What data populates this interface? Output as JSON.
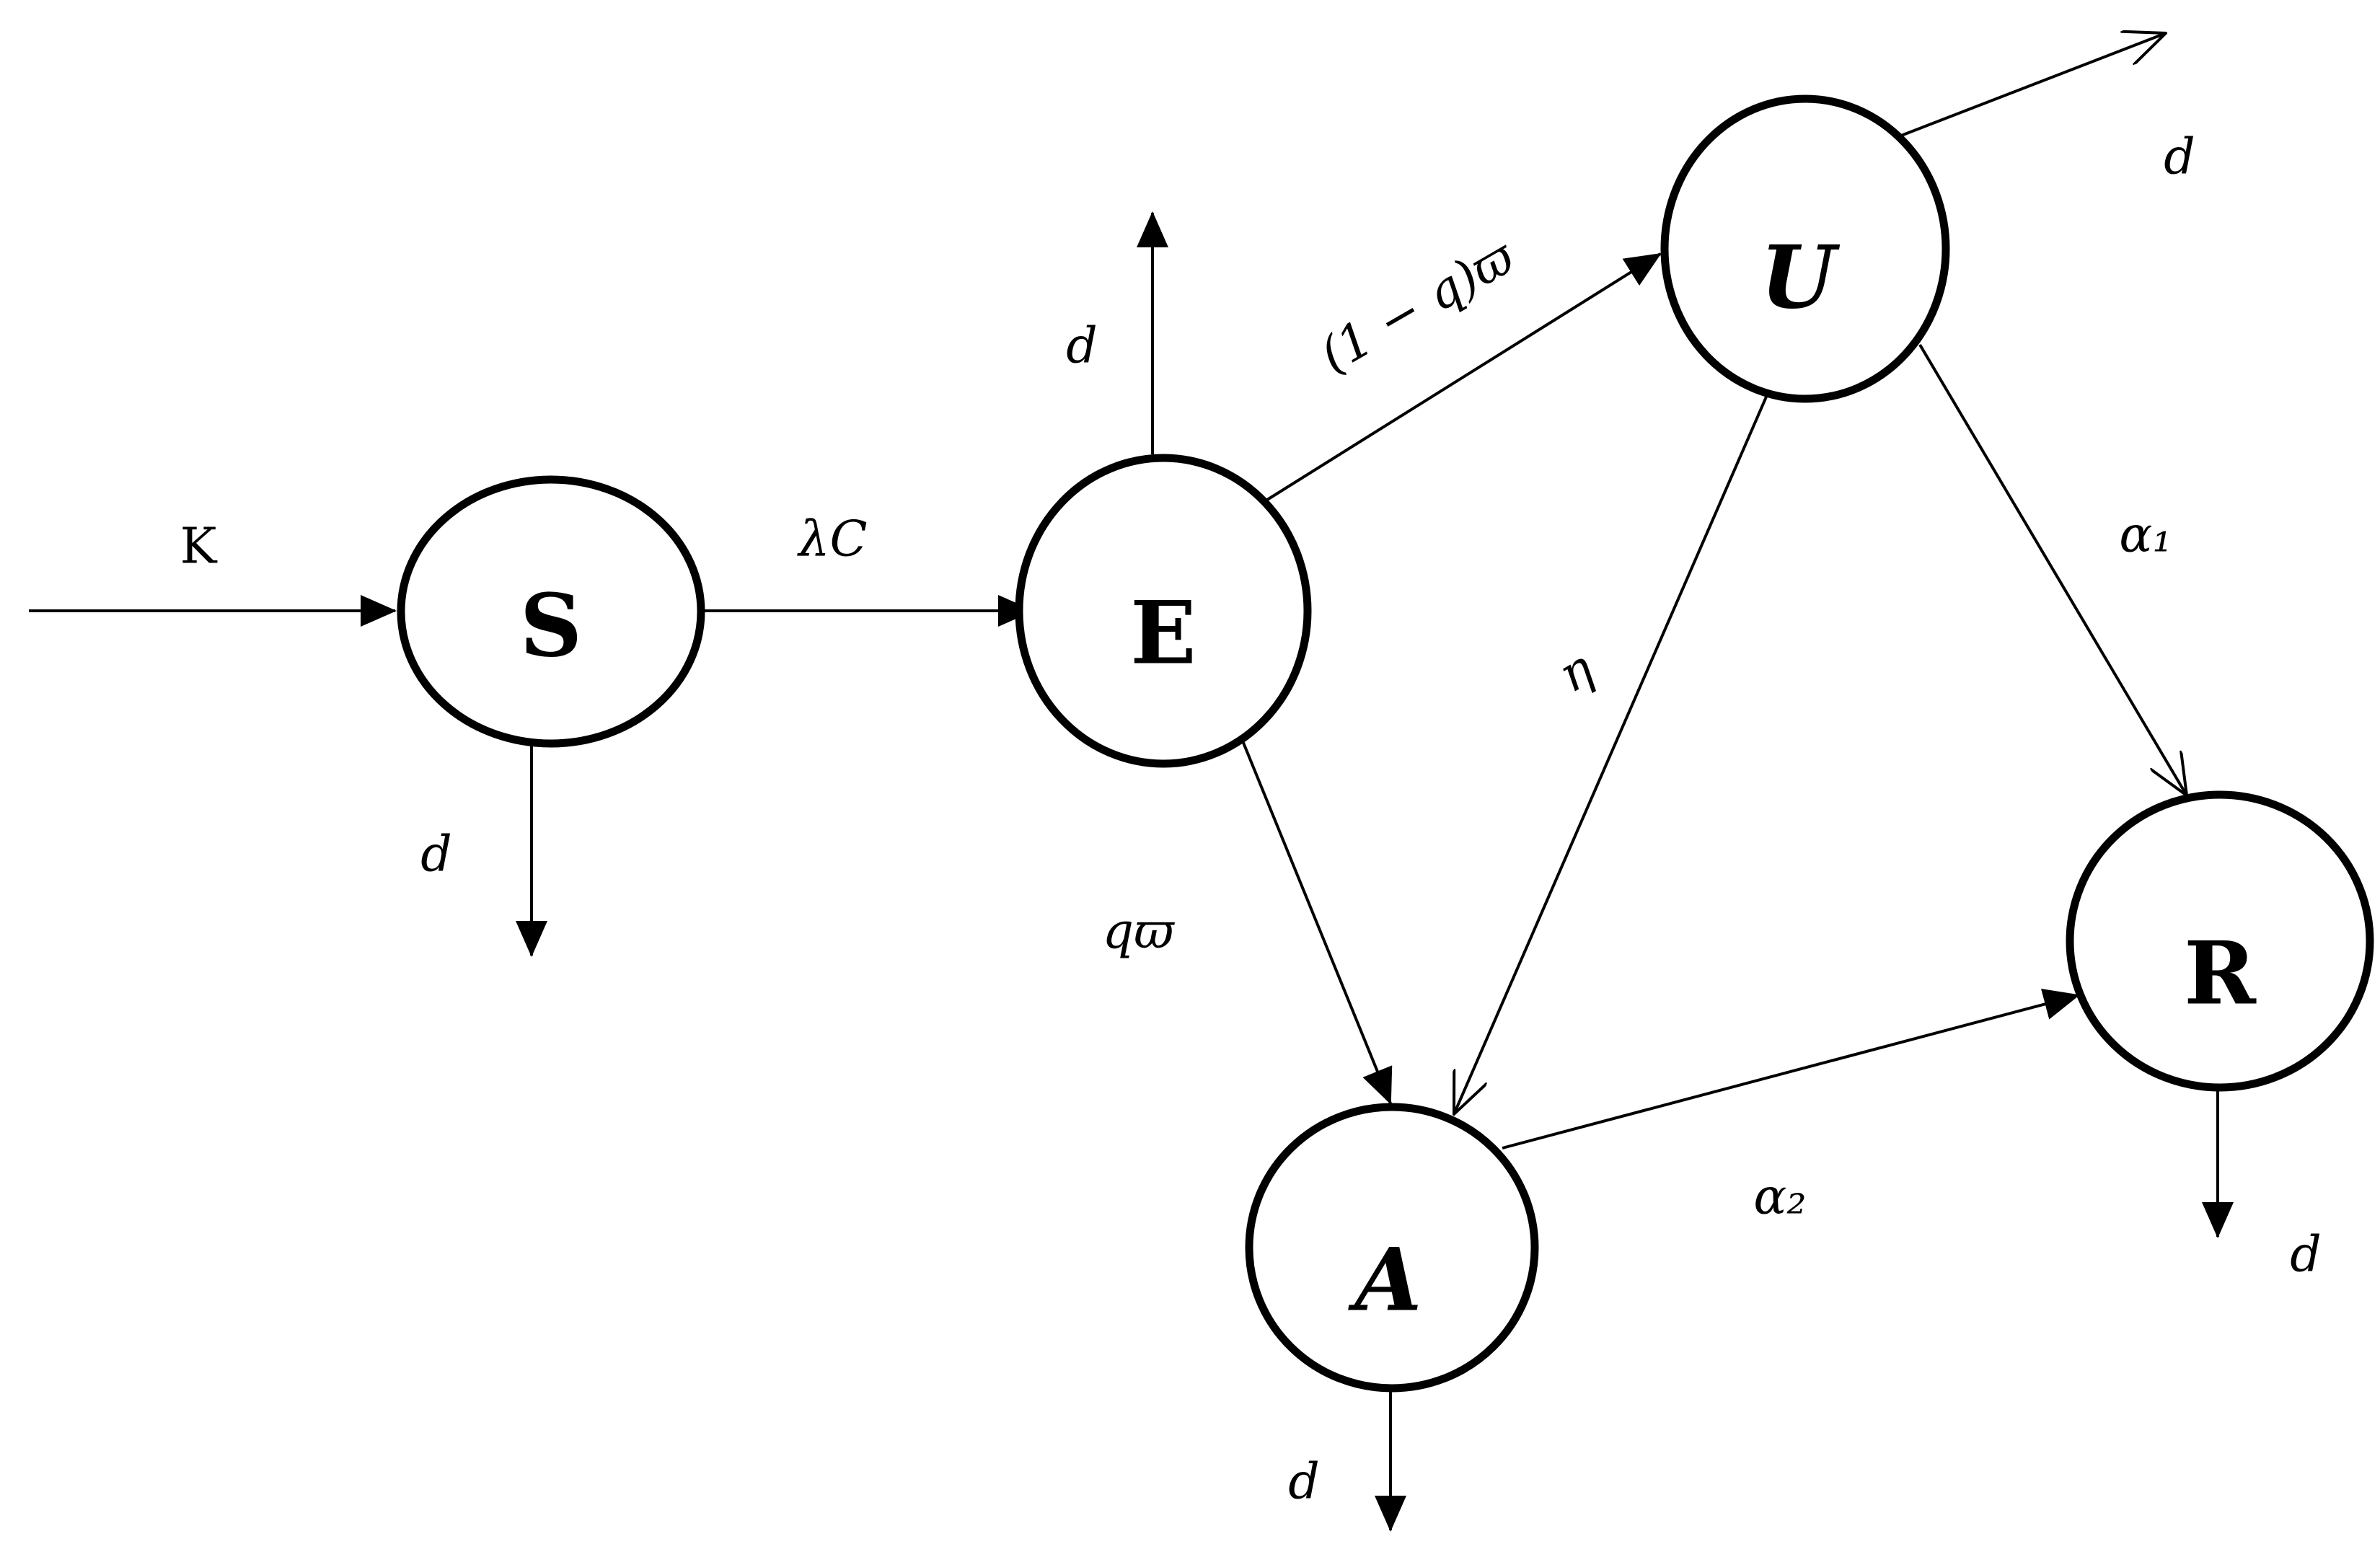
{
  "nodes": {
    "S": "S",
    "E": "E",
    "U": "U",
    "A": "A",
    "R": "R"
  },
  "rates": {
    "recruitment": "K",
    "force_of_infection": "λC",
    "symptomatic": "(1 − q)ϖ",
    "asymptomatic": "qϖ",
    "eta": "η",
    "alpha1": "α₁",
    "alpha2": "α₂",
    "death": "d"
  }
}
